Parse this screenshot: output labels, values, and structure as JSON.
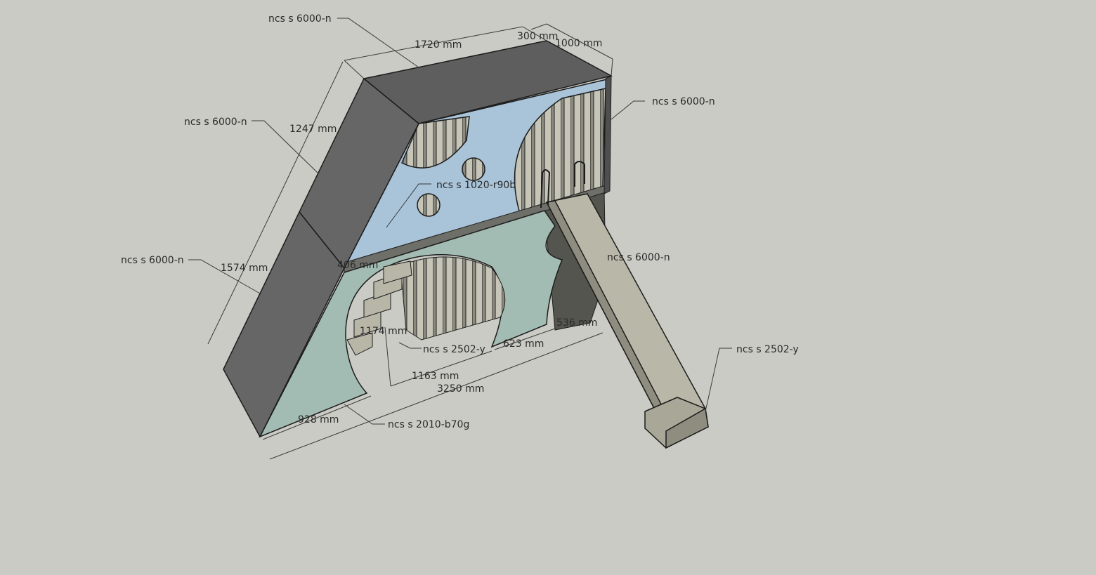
{
  "colors": {
    "background": "#cbcbc5",
    "roof": "#5e5e5e",
    "roof_side": "#6a6a6a",
    "upper_panel": "#a9c3d8",
    "lower_panel": "#a2bbb3",
    "slide": "#b9b8a8",
    "slide_dark": "#8e8d80",
    "edge": "#1c1c1c",
    "dimension_line": "#3a3a3a"
  },
  "dimensions": {
    "d_1720": "1720 mm",
    "d_300": "300 mm",
    "d_1000": "1000 mm",
    "d_1247": "1247 mm",
    "d_1574": "1574 mm",
    "d_406": "406 mm",
    "d_1174": "1174 mm",
    "d_536": "536 mm",
    "d_623": "623 mm",
    "d_1163": "1163 mm",
    "d_3250": "3250 mm",
    "d_928": "928 mm"
  },
  "material_labels": {
    "top_roof": "ncs s 6000-n",
    "upper_roof_left": "ncs s 6000-n",
    "lower_roof_left": "ncs s 6000-n",
    "right_wall": "ncs s 6000-n",
    "back_wall": "ncs s 6000-n",
    "upper_panel": "ncs s 1020-r90b",
    "stair": "ncs s 2502-y",
    "slide": "ncs s 2502-y",
    "lower_panel": "ncs s 2010-b70g"
  }
}
